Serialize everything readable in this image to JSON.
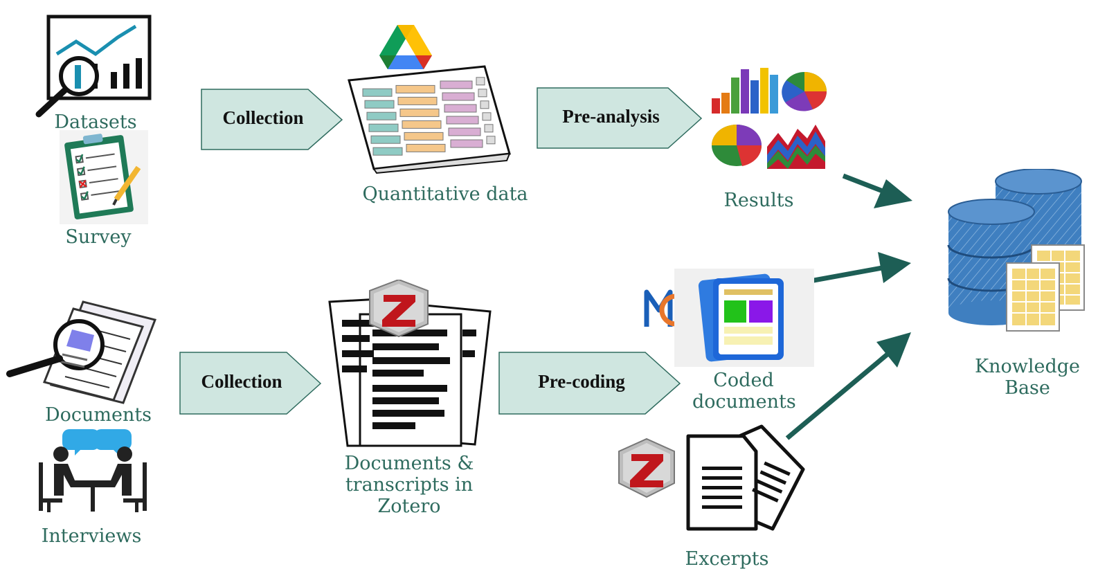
{
  "nodes": {
    "datasets": "Datasets",
    "survey": "Survey",
    "documents": "Documents",
    "interviews": "Interviews",
    "quantitative_data": "Quantitative data",
    "results": "Results",
    "docs_zotero_l1": "Documents &",
    "docs_zotero_l2": "transcripts in",
    "docs_zotero_l3": "Zotero",
    "coded_docs_l1": "Coded",
    "coded_docs_l2": "documents",
    "excerpts": "Excerpts",
    "kb_l1": "Knowledge",
    "kb_l2": "Base"
  },
  "processes": {
    "collection_top": "Collection",
    "pre_analysis": "Pre-analysis",
    "collection_bottom": "Collection",
    "pre_coding": "Pre-coding"
  },
  "colors": {
    "process_fill": "#cfe6e0",
    "process_stroke": "#2e6b5e",
    "arrow": "#1d5e55",
    "label_text": "#2e6b5e"
  },
  "icons": {
    "datasets": "chart-magnifier-icon",
    "survey": "clipboard-checklist-icon",
    "documents": "document-magnifier-icon",
    "interviews": "interview-people-icon",
    "google_drive": "google-drive-icon",
    "spreadsheet": "spreadsheet-icon",
    "results": "3d-charts-icon",
    "zotero": "zotero-icon",
    "maxqda": "maxqda-icon",
    "coded_document": "coded-document-icon",
    "excerpts": "excerpt-pages-icon",
    "database": "database-icon"
  }
}
